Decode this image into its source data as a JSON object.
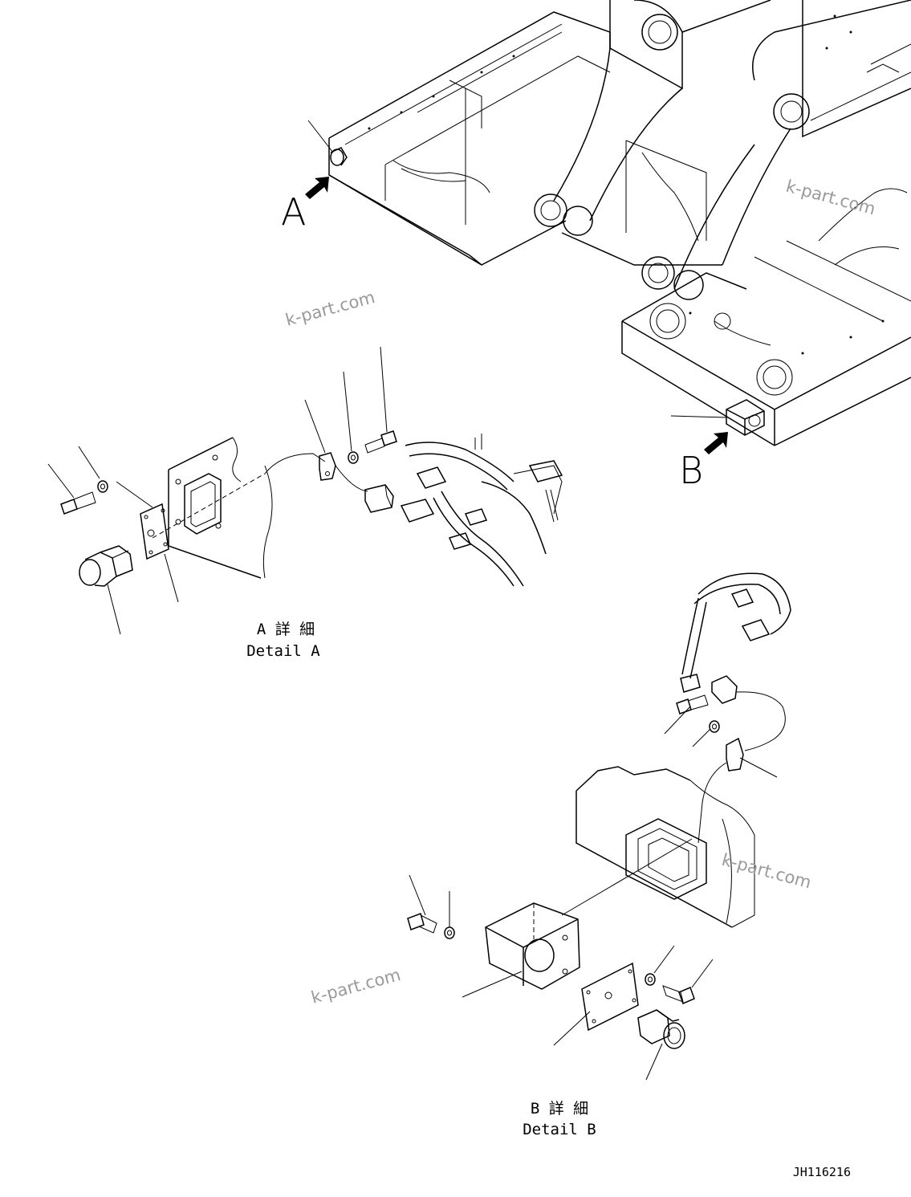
{
  "callouts": {
    "a": "A",
    "b": "B"
  },
  "details": {
    "a": {
      "jp": "A 詳 細",
      "en": "Detail A"
    },
    "b": {
      "jp": "B 詳 細",
      "en": "Detail B"
    }
  },
  "drawing_code": "JH116216",
  "watermark": "k-part.com"
}
